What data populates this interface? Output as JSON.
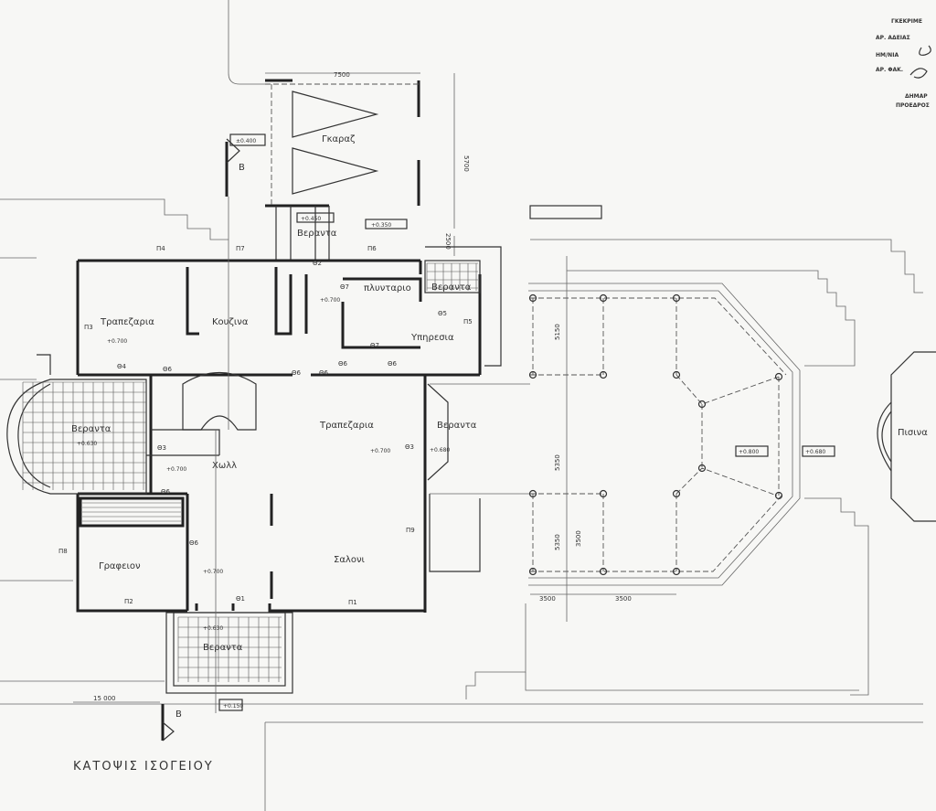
{
  "title": "ΚΑΤΟΨΙΣ ΙΣΟΓΕΙΟΥ",
  "stamp": {
    "heading": "ΓΚΕΚΡΙΜΕ",
    "lines": [
      "ΑΡ. ΑΔΕΙΑΣ",
      "ΗΜ/ΝΙΑ",
      "ΑΡ. ΦΑΚ."
    ],
    "footer": [
      "ΔΗΜΑΡ",
      "ΠΡΟΕΔΡΟΣ"
    ]
  },
  "rooms": {
    "garage": "Γκαραζ",
    "veranda_top": "Βεραντα",
    "veranda_service": "Βεραντα",
    "dining_west": "Τραπεζαρια",
    "kitchen": "Κουζινα",
    "laundry": "πλυνταριο",
    "service": "Υπηρεσια",
    "veranda_west": "Βεραντα",
    "dining_main": "Τραπεζαρια",
    "veranda_east": "Βεραντα",
    "hall": "Χωλλ",
    "living": "Σαλονι",
    "office": "Γραφειον",
    "veranda_entry": "Βεραντα",
    "pool": "Πισινα"
  },
  "dimensions": {
    "garage_width": "7500",
    "garage_depth": "5700",
    "veranda_depth": "2500",
    "pergola_top": "5150",
    "pergola_mid": "5350",
    "pergola_bottom": "5350",
    "pergola_bottom_inner": "3500",
    "bay_1": "3500",
    "bay_2": "3500",
    "overall": "15 000"
  },
  "levels": {
    "garage": "±0.400",
    "veranda_top": "+0.450",
    "veranda_top_2": "+0.350",
    "laundry": "+0.700",
    "dining_west": "+0.700",
    "veranda_west": "+0.630",
    "hall": "+0.700",
    "dining_main": "+0.700",
    "veranda_east": "+0.680",
    "entry": "+0.700",
    "veranda_entry": "+0.630",
    "step": "+0.150",
    "pergola": "+0.800",
    "pergola_edge": "+0.680"
  },
  "tags": {
    "p1": "Π1",
    "p2": "Π2",
    "p3": "Π3",
    "p4": "Π4",
    "p5": "Π5",
    "p6": "Π6",
    "p7": "Π7",
    "p8": "Π8",
    "p9": "Π9",
    "t1": "Θ1",
    "t2": "Θ2",
    "t3a": "Θ3",
    "t3b": "Θ3",
    "t4": "Θ4",
    "t5": "Θ5",
    "t6a": "Θ6",
    "t6b": "Θ6",
    "t6c": "Θ6",
    "t6d": "Θ6",
    "t6e": "Θ6",
    "t6f": "Θ6",
    "t6g": "Θ6",
    "t7a": "Θ7",
    "t7b": "Θ7"
  },
  "section": {
    "top": "B",
    "bottom": "B"
  }
}
